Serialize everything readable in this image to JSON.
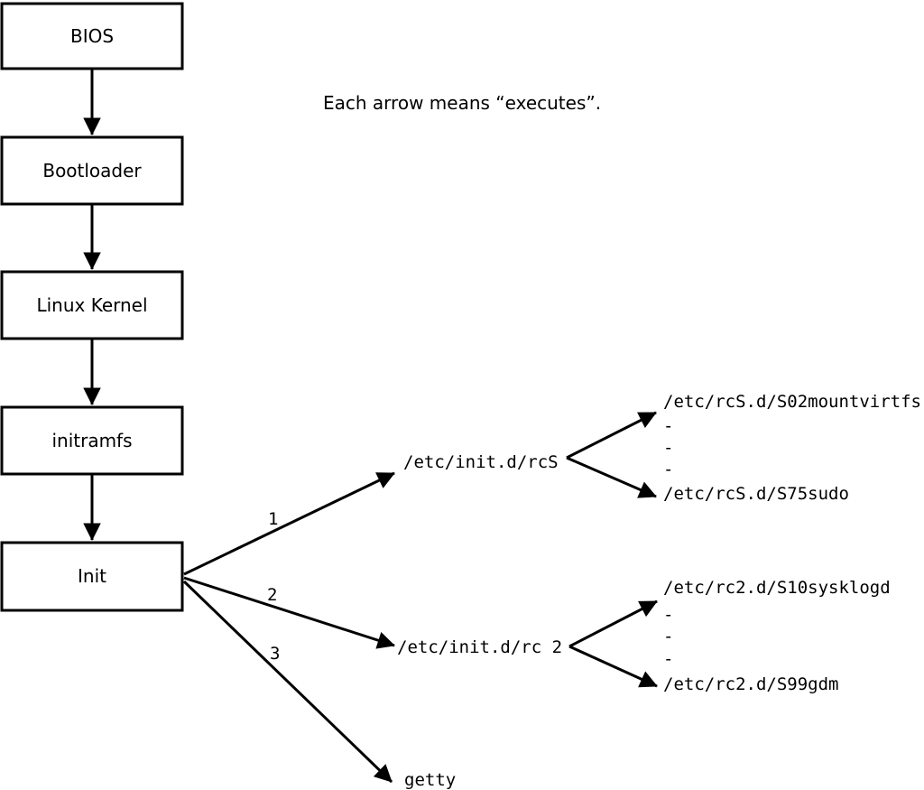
{
  "caption": "Each arrow means “executes”.",
  "boxes": [
    {
      "label": "BIOS"
    },
    {
      "label": "Bootloader"
    },
    {
      "label": "Linux Kernel"
    },
    {
      "label": "initramfs"
    },
    {
      "label": "Init"
    }
  ],
  "branches": [
    {
      "number": "1",
      "target": "/etc/init.d/rcS"
    },
    {
      "number": "2",
      "target": "/etc/init.d/rc 2"
    },
    {
      "number": "3",
      "target": "getty"
    }
  ],
  "forks": [
    {
      "first": "/etc/rcS.d/S02mountvirtfs",
      "dashes": [
        "-",
        "-",
        "-"
      ],
      "last": "/etc/rcS.d/S75sudo"
    },
    {
      "first": "/etc/rc2.d/S10sysklogd",
      "dashes": [
        "-",
        "-",
        "-"
      ],
      "last": "/etc/rc2.d/S99gdm"
    }
  ],
  "colors": {
    "line": "#000000",
    "background": "#ffffff",
    "box_fill": "#ffffff"
  }
}
